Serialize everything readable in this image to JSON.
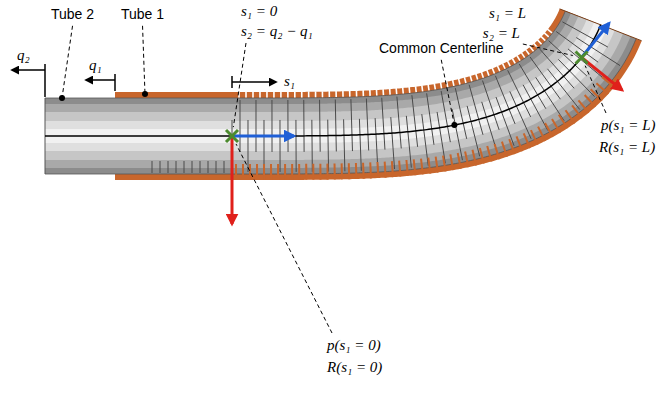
{
  "diagram": {
    "labels": [
      "Tube 2",
      "Tube 1",
      "q₂",
      "q₁",
      "s₁ = 0",
      "s₂ = q₂ − q₁",
      "s₁",
      "Common Centerline",
      "s₁ = L",
      "s₂ = L",
      "p(s₁ = L)",
      "R(s₁ = L)",
      "p(s₁ = 0)",
      "R(s₁ = 0)"
    ]
  }
}
